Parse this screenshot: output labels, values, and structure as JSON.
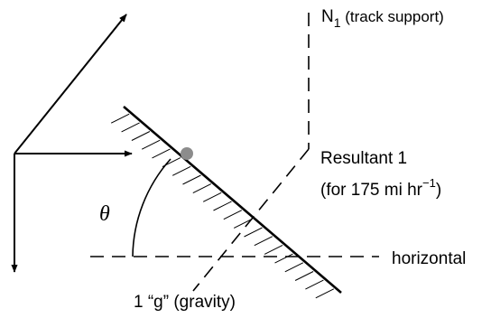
{
  "labels": {
    "n1_prefix": "N",
    "n1_sub": "1",
    "n1_rest": " (track support)",
    "resultant_line1": "Resultant 1",
    "resultant_line2_pre": "(for 175 mi hr",
    "resultant_exp": "−1",
    "resultant_line2_post": ")",
    "horizontal": "horizontal",
    "gravity": "1 “g” (gravity)",
    "angle": "θ"
  },
  "colors": {
    "stroke": "#000000",
    "ball": "#8c8c8c"
  }
}
